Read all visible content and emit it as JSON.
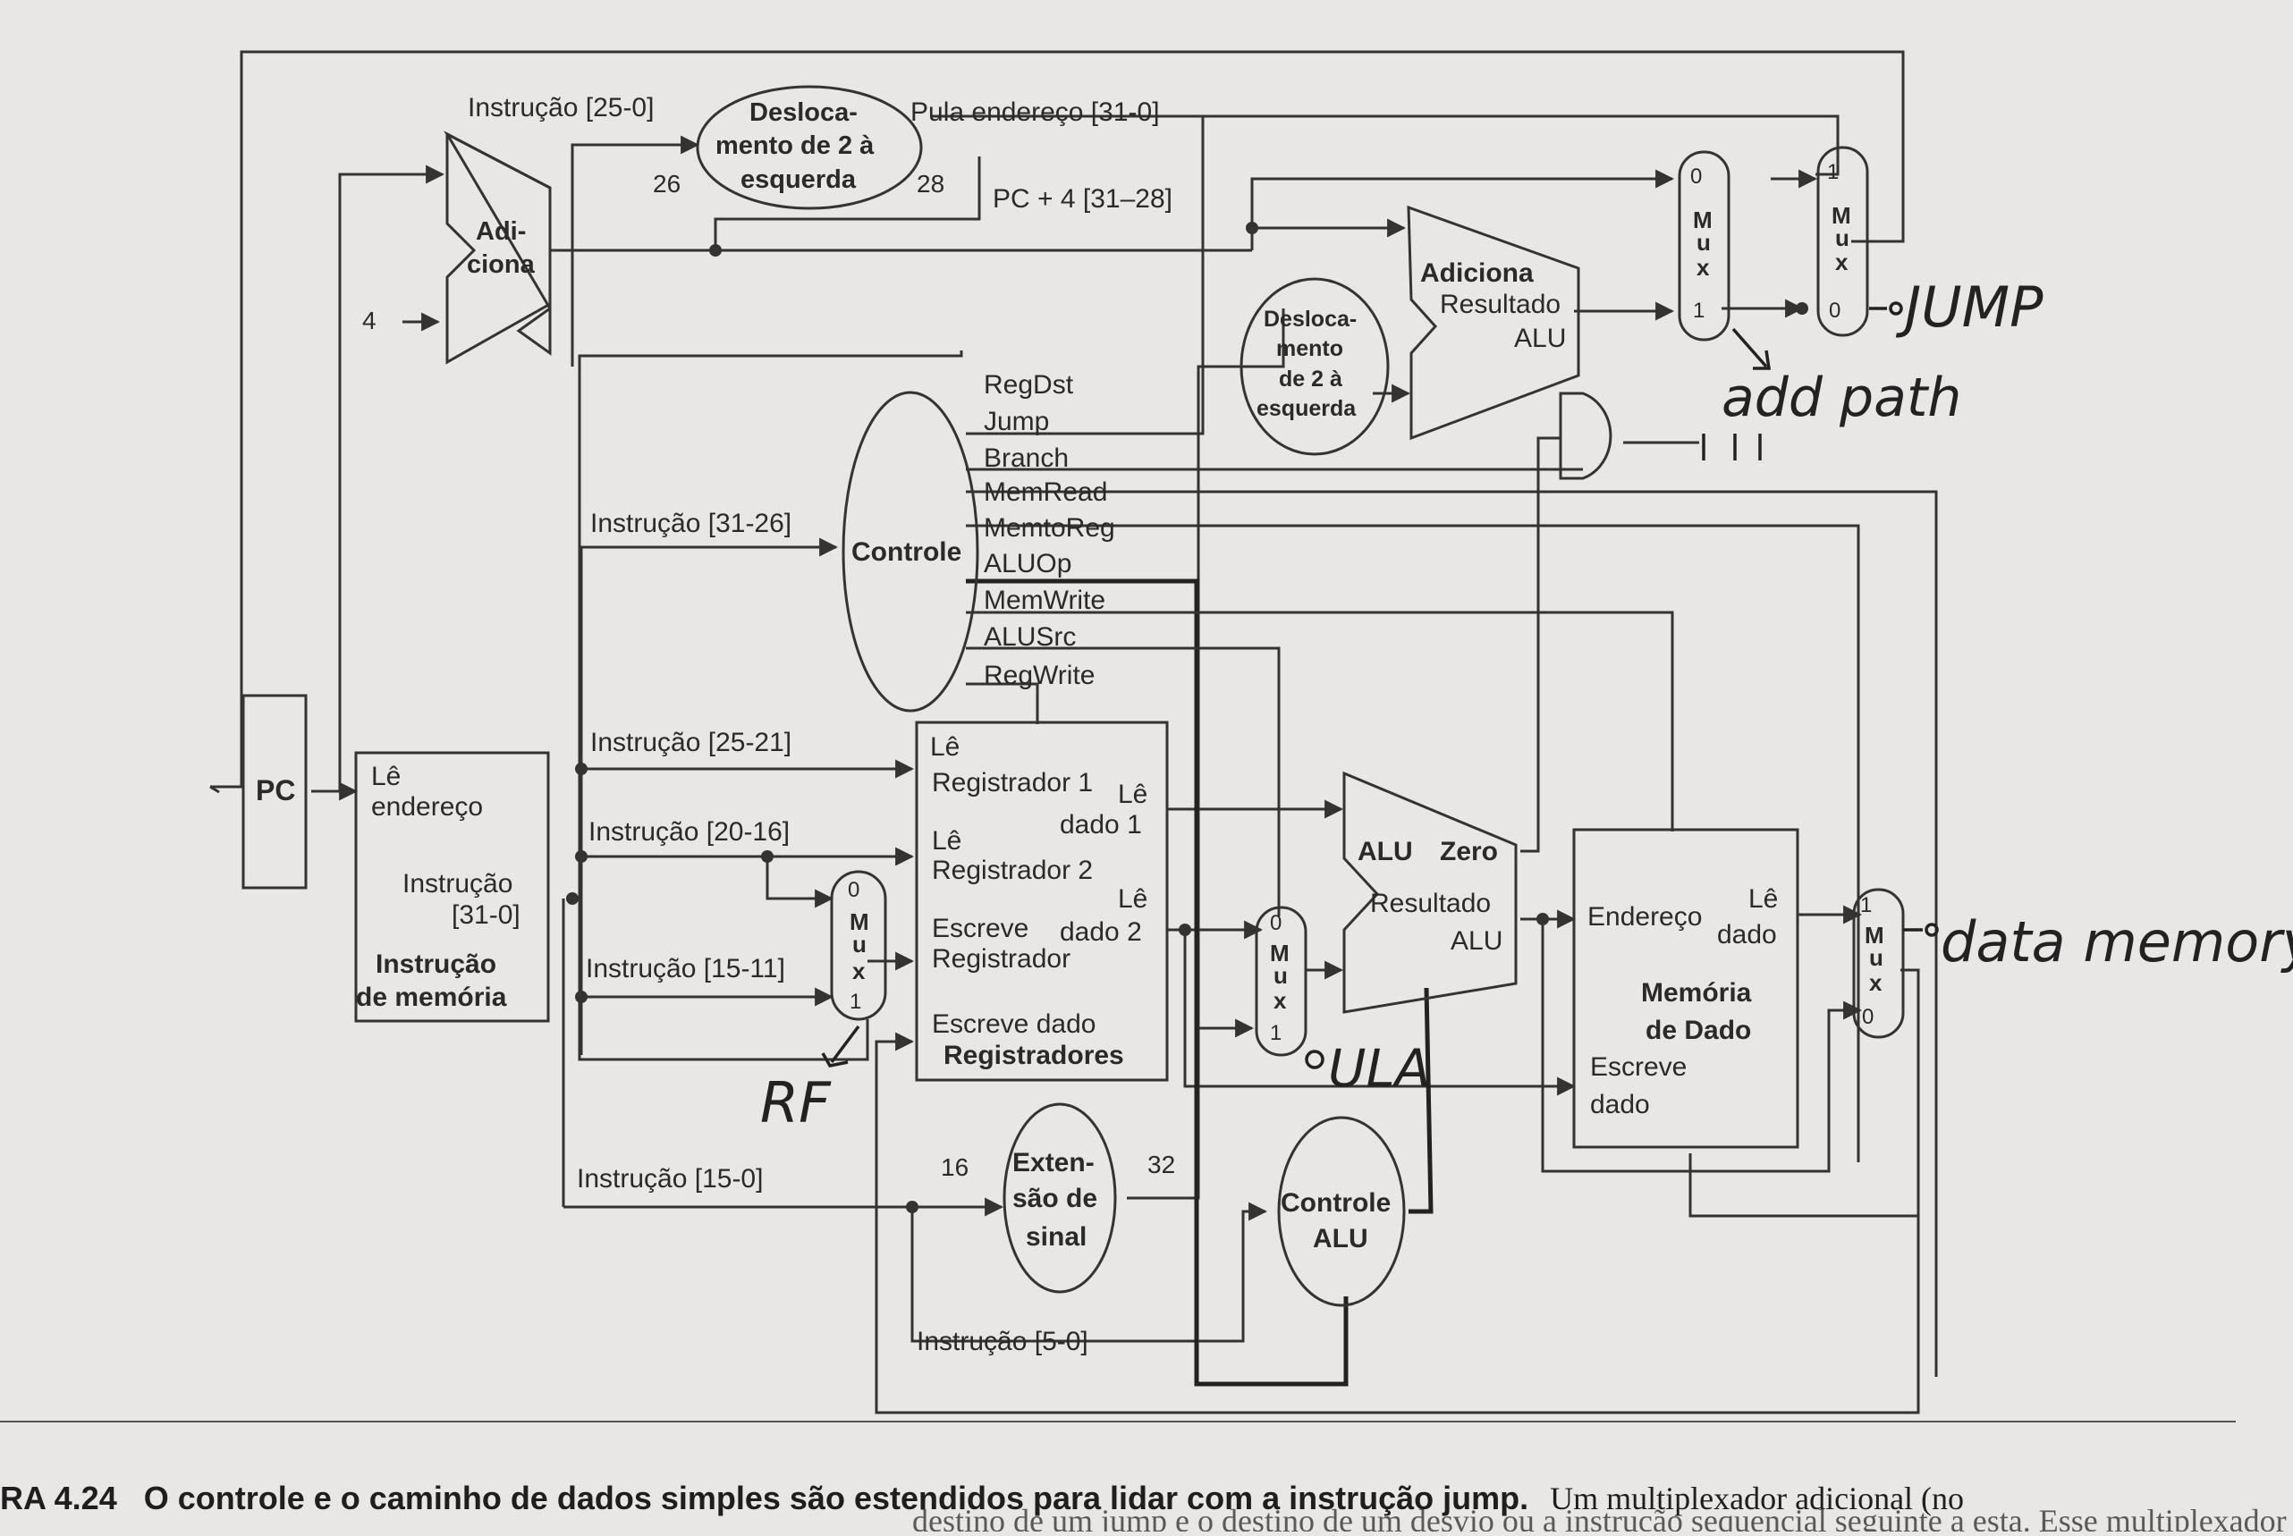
{
  "diagram": {
    "pc": "PC",
    "adder_top": {
      "line1": "Adi-",
      "line2": "ciona",
      "four": "4"
    },
    "shift_jump": {
      "line1": "Desloca-",
      "line2": "mento de 2 à",
      "line3": "esquerda",
      "in_bits": "26",
      "out_bits": "28"
    },
    "labels": {
      "instr_25_0": "Instrução [25-0]",
      "jump_address": "Pula endereço [31-0]",
      "pc4": "PC + 4 [31–28]",
      "instr_31_26": "Instrução [31-26]",
      "instr_25_21": "Instrução [25-21]",
      "instr_20_16": "Instrução [20-16]",
      "instr_15_11": "Instrução [15-11]",
      "instr_15_0": "Instrução [15-0]",
      "instr_5_0": "Instrução [5-0]"
    },
    "control": {
      "name": "Controle",
      "signals": [
        "RegDst",
        "Jump",
        "Branch",
        "MemRead",
        "MemtoReg",
        "ALUOp",
        "MemWrite",
        "ALUSrc",
        "RegWrite"
      ]
    },
    "instr_memory": {
      "read_addr1": "Lê",
      "read_addr2": "endereço",
      "instr1": "Instrução",
      "instr2": "[31-0]",
      "name1": "Instrução",
      "name2": "de memória"
    },
    "registers": {
      "rr1_a": "Lê",
      "rr1_b": "Registrador 1",
      "rr2_a": "Lê",
      "rr2_b": "Registrador 2",
      "wr_a": "Escreve",
      "wr_b": "Registrador",
      "wd": "Escreve dado",
      "rd1_a": "Lê",
      "rd1_b": "dado 1",
      "rd2_a": "Lê",
      "rd2_b": "dado 2",
      "name": "Registradores"
    },
    "mux": {
      "m": "M",
      "u": "u",
      "x": "x",
      "zero": "0",
      "one": "1"
    },
    "shift_branch": {
      "line1": "Desloca-",
      "line2": "mento",
      "line3": "de 2 à",
      "line4": "esquerda"
    },
    "adder_branch": {
      "line1": "Adiciona",
      "line2": "Resultado",
      "line3": "ALU"
    },
    "alu": {
      "name": "ALU",
      "zero": "Zero",
      "result": "Resultado",
      "alu": "ALU"
    },
    "data_memory": {
      "addr": "Endereço",
      "rd_a": "Lê",
      "rd_b": "dado",
      "name1": "Memória",
      "name2": "de Dado",
      "wd_a": "Escreve",
      "wd_b": "dado"
    },
    "sign_ext": {
      "line1": "Exten-",
      "line2": "são de",
      "line3": "sinal",
      "in_bits": "16",
      "out_bits": "32"
    },
    "alu_control": {
      "line1": "Controle",
      "line2": "ALU"
    }
  },
  "handwriting": {
    "jump": "JUMP",
    "add_path": "add path",
    "data_memory": "data memory",
    "ula": "ULA",
    "rf": "RF"
  },
  "caption": {
    "number": "RA 4.24",
    "bold": "O controle e o caminho de dados simples são estendidos para lidar com a instrução jump.",
    "text": "Um multiplexador adicional (no",
    "line2": "destino de um jump e o destino de um desvio ou a instrução sequencial seguinte a esta. Esse multiplexador é"
  }
}
